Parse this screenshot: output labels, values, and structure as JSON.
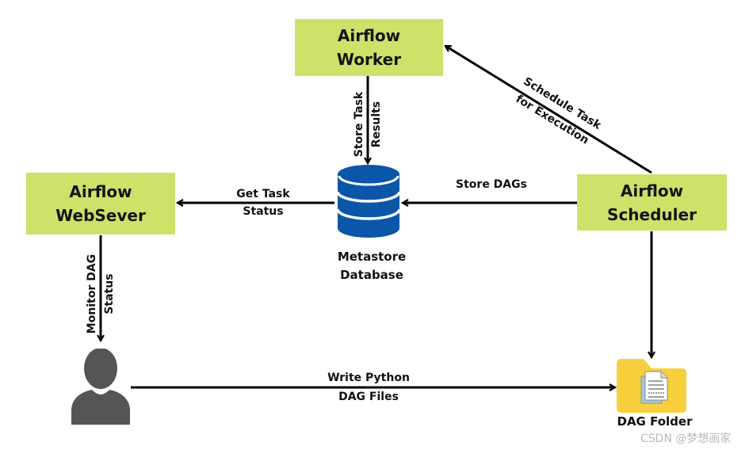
{
  "nodes": {
    "worker": {
      "line1": "Airflow",
      "line2": "Worker"
    },
    "webserver": {
      "line1": "Airflow",
      "line2": "WebSever"
    },
    "scheduler": {
      "line1": "Airflow",
      "line2": "Scheduler"
    },
    "metastore": {
      "line1": "Metastore",
      "line2": "Database",
      "icon": "database-icon"
    },
    "user": {
      "icon": "user-icon"
    },
    "dag_folder": {
      "label": "DAG Folder",
      "icon": "folder-document-icon"
    }
  },
  "edges": {
    "store_task_results": {
      "line1": "Store Task",
      "line2": "Results"
    },
    "schedule_task": {
      "line1": "Schedule Task",
      "line2": "for Execution"
    },
    "get_task_status": {
      "line1": "Get Task",
      "line2": "Status"
    },
    "store_dags": {
      "label": "Store DAGs"
    },
    "monitor_dag_status": {
      "line1": "Monitor DAG",
      "line2": "Status"
    },
    "write_python": {
      "line1": "Write Python",
      "line2": "DAG Files"
    }
  },
  "colors": {
    "node_fill": "#cde269",
    "database": "#0b56a8",
    "folder": "#f8cf3c",
    "user": "#555555"
  },
  "watermark": "CSDN @梦想画家"
}
